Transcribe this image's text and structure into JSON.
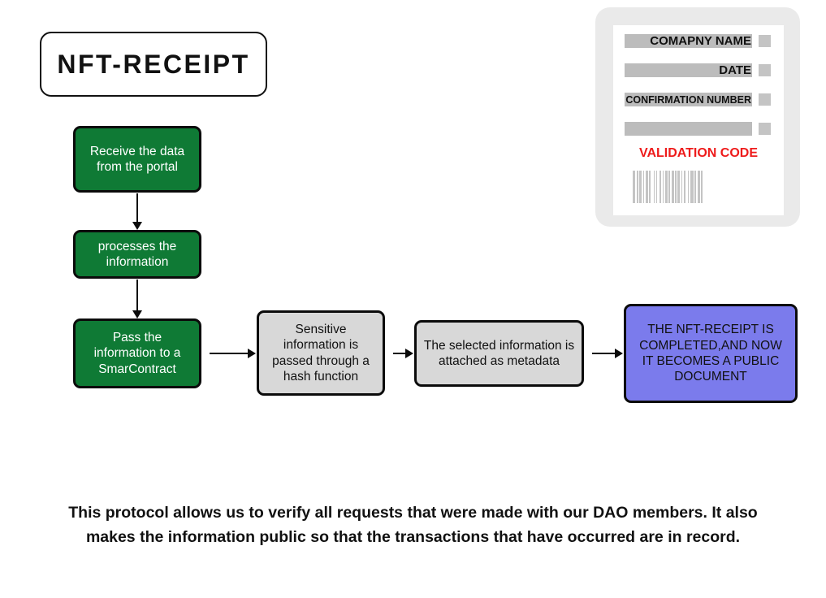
{
  "title": {
    "text": "NFT-RECEIPT"
  },
  "flow": {
    "nodes": [
      {
        "id": "receive",
        "label": "Receive the data from the portal",
        "color": "#0f7a35",
        "text_color": "#ffffff",
        "kind": "green"
      },
      {
        "id": "process",
        "label": "processes the information",
        "color": "#0f7a35",
        "text_color": "#ffffff",
        "kind": "green"
      },
      {
        "id": "pass",
        "label": "Pass the information to a SmarContract",
        "color": "#0f7a35",
        "text_color": "#ffffff",
        "kind": "green"
      },
      {
        "id": "hash",
        "label": "Sensitive information is passed through a hash function",
        "color": "#d8d8d8",
        "text_color": "#111111",
        "kind": "gray"
      },
      {
        "id": "metadata",
        "label": "The selected information is attached as metadata",
        "color": "#d8d8d8",
        "text_color": "#111111",
        "kind": "gray"
      },
      {
        "id": "public",
        "label": "THE NFT-RECEIPT IS COMPLETED,AND NOW IT BECOMES A PUBLIC DOCUMENT",
        "color": "#7b7bec",
        "text_color": "#111111",
        "kind": "purple"
      }
    ],
    "edges": [
      {
        "from": "receive",
        "to": "process",
        "direction": "down"
      },
      {
        "from": "process",
        "to": "pass",
        "direction": "down"
      },
      {
        "from": "pass",
        "to": "hash",
        "direction": "right"
      },
      {
        "from": "hash",
        "to": "metadata",
        "direction": "right"
      },
      {
        "from": "metadata",
        "to": "public",
        "direction": "right"
      }
    ]
  },
  "receipt": {
    "rows": [
      {
        "label": "COMAPNY NAME"
      },
      {
        "label": "DATE"
      },
      {
        "label": "CONFIRMATION NUMBER"
      },
      {
        "label": ""
      }
    ],
    "validation_label": "VALIDATION CODE",
    "validation_color": "#ee1b1b",
    "barcode_widths": [
      3,
      2,
      2,
      1,
      3,
      2,
      1,
      2,
      3,
      1,
      2,
      4,
      1,
      2,
      1,
      3,
      2,
      2,
      1,
      2,
      3,
      1,
      2,
      2,
      3,
      1,
      2,
      1,
      3,
      2,
      1,
      2,
      2,
      3,
      1,
      2,
      4,
      1,
      2,
      2,
      3,
      1,
      2,
      3
    ],
    "barcode_color": "#c4c4c4",
    "frame_color": "#eaeaea",
    "page_color": "#ffffff",
    "bar_color": "#bcbcbc"
  },
  "caption": {
    "line1": "This protocol allows us to verify all requests that were made with our DAO members. It also",
    "line2": "makes the information public so that the transactions that have occurred are in record."
  }
}
